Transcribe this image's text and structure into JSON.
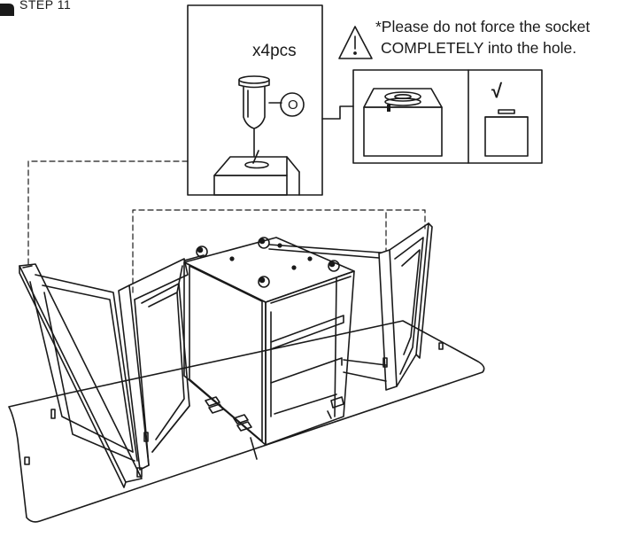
{
  "header": {
    "step_label": "STEP 11"
  },
  "detail": {
    "quantity_label": "x4pcs",
    "part_letter": "O"
  },
  "warning": {
    "line1": "*Please do not force the socket",
    "line2": "COMPLETELY into the hole.",
    "correct_mark": "√"
  },
  "colors": {
    "line": "#1a1a1a",
    "background": "#ffffff"
  },
  "icons": [
    "step-badge-icon",
    "warning-triangle-icon",
    "socket-part-icon"
  ]
}
